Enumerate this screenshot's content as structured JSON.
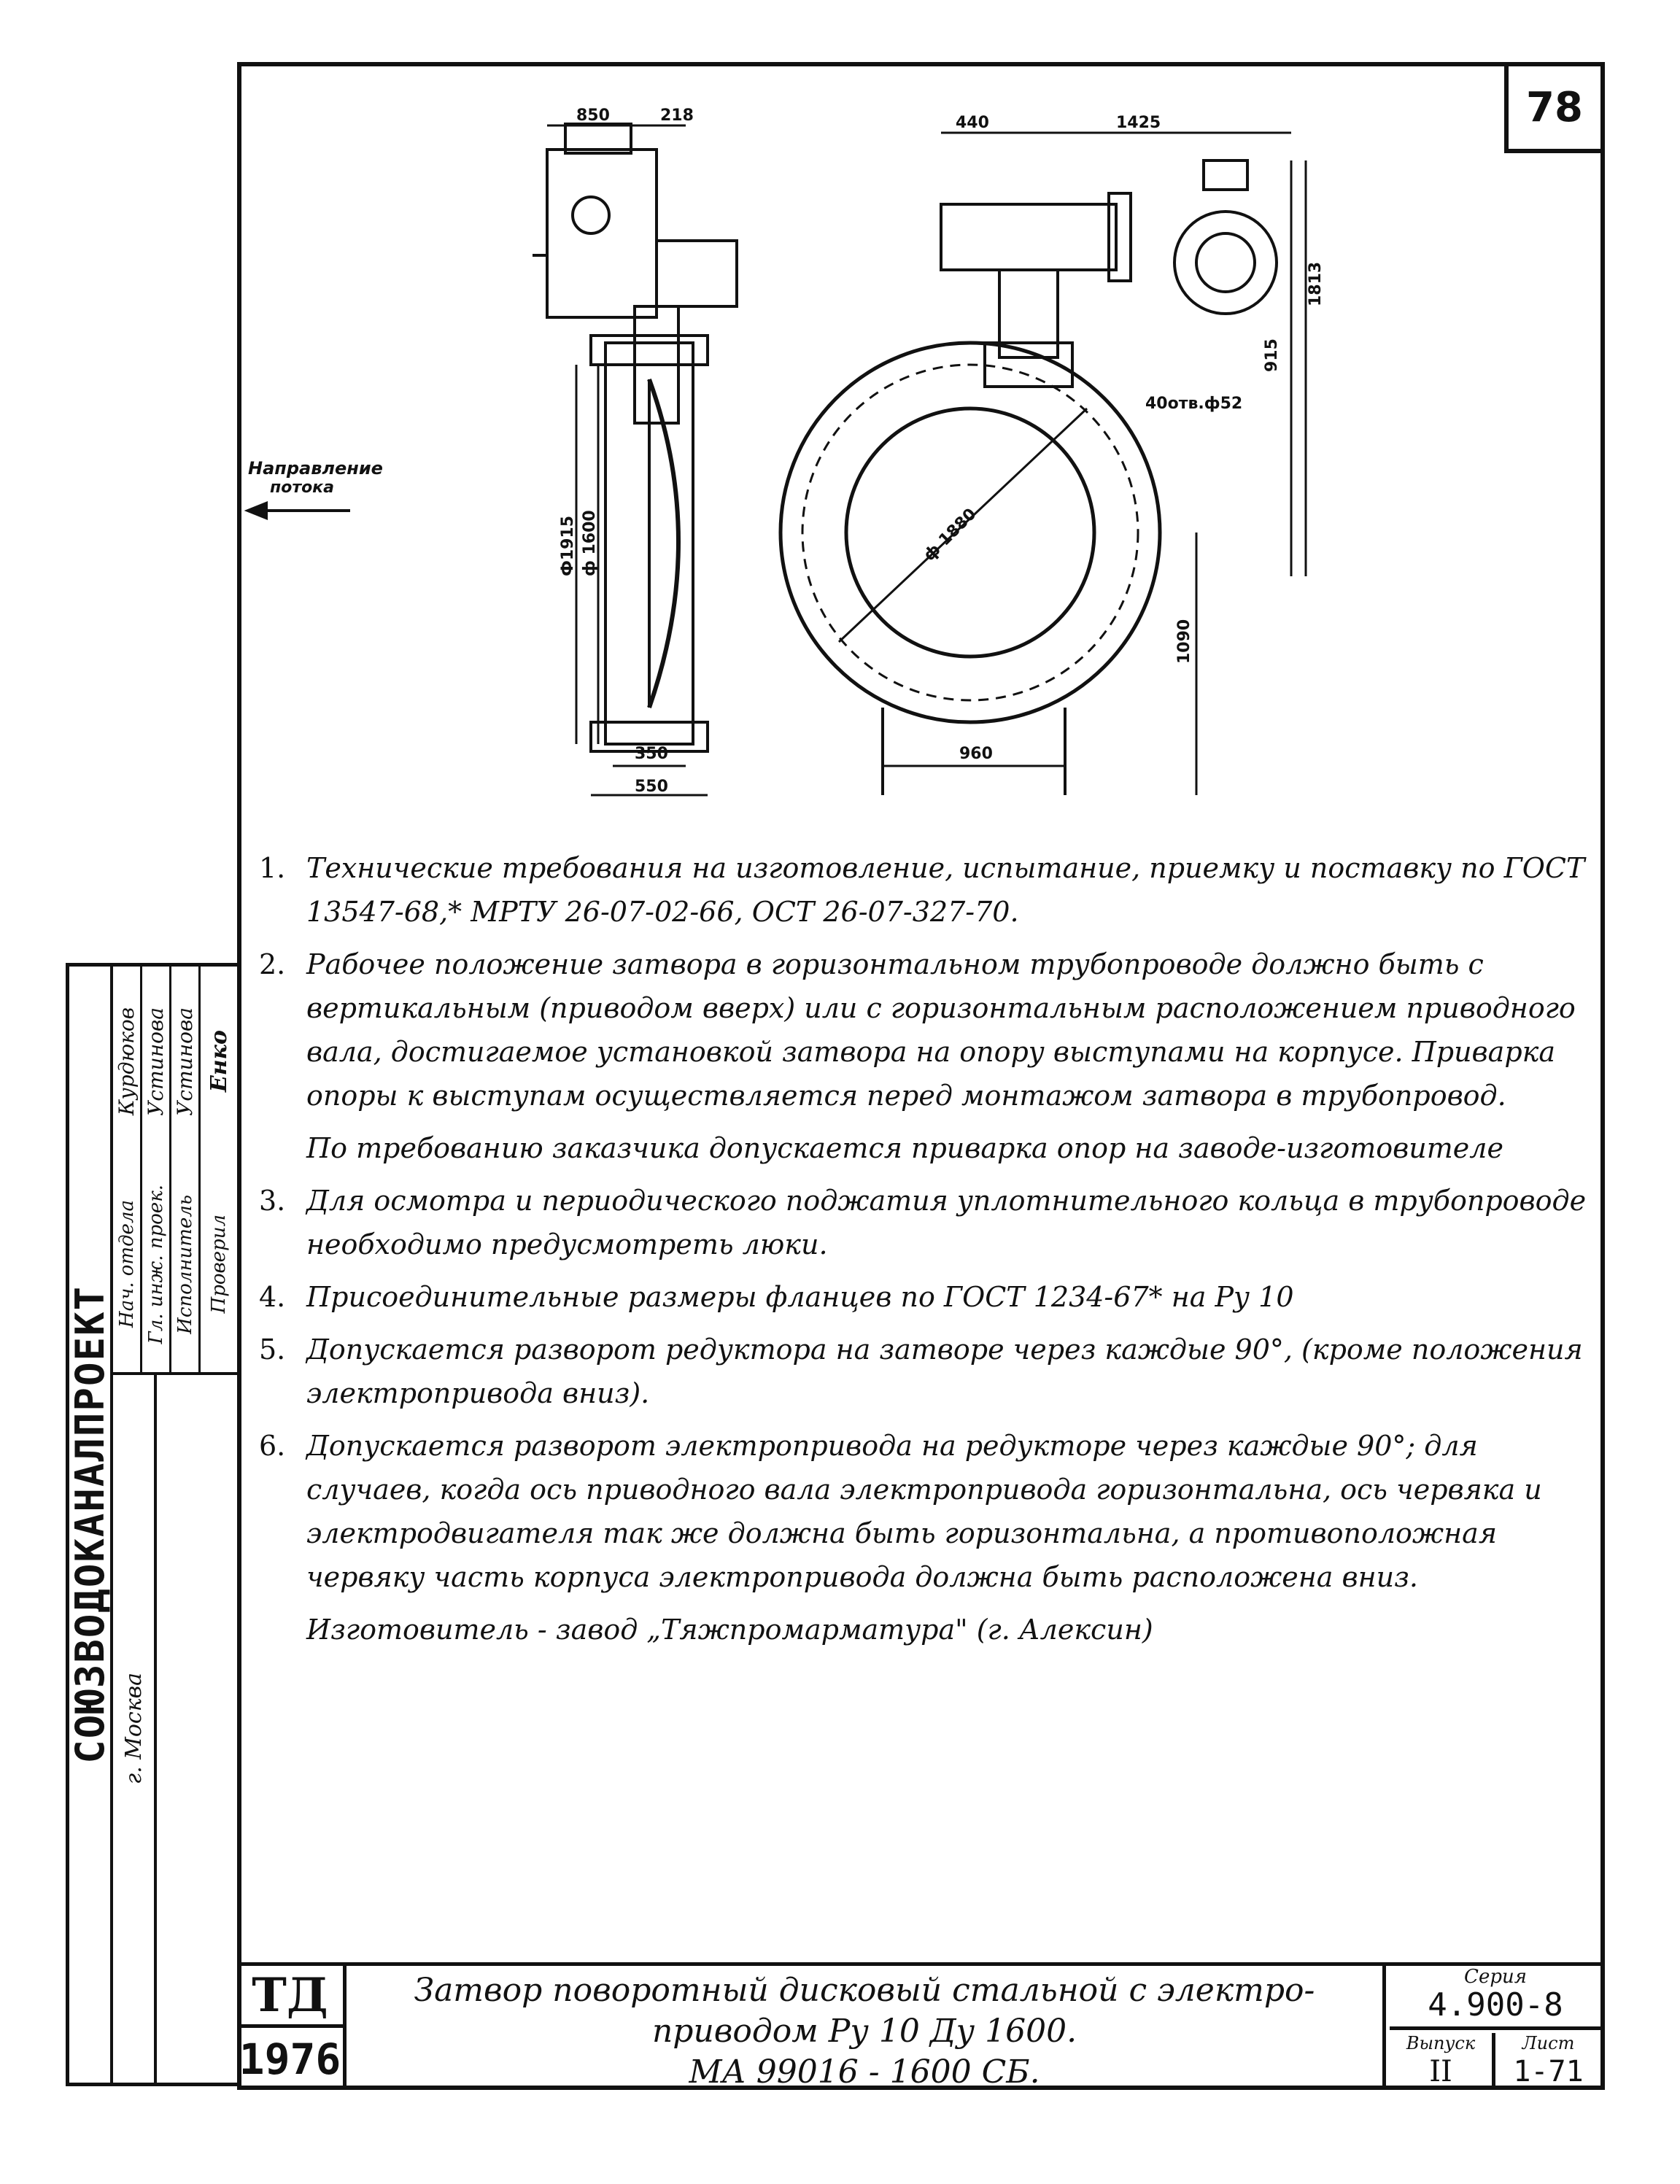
{
  "sheet_number": "78",
  "drawing": {
    "flow_label_1": "Направление",
    "flow_label_2": "потока",
    "dims": {
      "d_850": "850",
      "d_218": "218",
      "d_440": "440",
      "d_1425": "1425",
      "d_phi1915": "Ф1915",
      "d_phi1600": "ф 1600",
      "d_phi1880": "ф 1880",
      "d_350": "350",
      "d_550": "550",
      "d_960": "960",
      "d_1090": "1090",
      "d_holes": "40отв.ф52",
      "d_1813": "1813",
      "d_915": "915"
    }
  },
  "notes": [
    {
      "num": "1.",
      "text": "Технические требования на изготовление, испытание, приемку и поставку по ГОСТ 13547-68,* МРТУ 26-07-02-66, ОСТ 26-07-327-70."
    },
    {
      "num": "2.",
      "text": "Рабочее положение затвора в горизонтальном трубопроводе должно быть с вертикальным (приводом вверх) или с горизонтальным расположением приводного вала, достигаемое установкой затвора на опору выступами на корпусе. Приварка опоры к выступам осуществляется перед монтажом затвора в трубопровод."
    },
    {
      "num": "",
      "text": "По требованию заказчика допускается приварка опор на заводе-изготовителе"
    },
    {
      "num": "3.",
      "text": "Для осмотра и периодического поджатия уплотнительного кольца в трубопроводе необходимо предусмотреть люки."
    },
    {
      "num": "4.",
      "text": "Присоединительные размеры фланцев по ГОСТ 1234-67* на Ру 10"
    },
    {
      "num": "5.",
      "text": "Допускается разворот редуктора на затворе через каждые 90°, (кроме положения электропривода вниз)."
    },
    {
      "num": "6.",
      "text": "Допускается разворот электропривода на редукторе через каждые 90°; для случаев, когда ось приводного вала электропривода горизонтальна, ось червяка и электродвигателя так же должна быть горизонтальна, а противоположная червяку часть корпуса электропривода должна быть расположена вниз."
    }
  ],
  "manufacturer": "Изготовитель - завод „Тяжпромарматура\" (г. Алексин)",
  "stamp": {
    "organization": "СОЮЗВОДОКАНАЛПРОЕКТ",
    "city": "г. Москва",
    "roles": [
      "Нач. отдела",
      "Гл. инж. проек.",
      "Исполнитель",
      "Проверил"
    ],
    "names": [
      "Курдюков",
      "Устинова",
      "Устинова",
      "Енко"
    ]
  },
  "title_block": {
    "code": "ТД",
    "year": "1976",
    "title_line1": "Затвор поворотный дисковый стальной с электро-",
    "title_line2": "приводом  Ру 10  Ду 1600.",
    "title_line3": "МА 99016  -  1600 СБ.",
    "series_label": "Серия",
    "series_value": "4.900-8",
    "issue_label": "Выпуск",
    "issue_value": "II",
    "sheet_label": "Лист",
    "sheet_value": "1-71"
  }
}
